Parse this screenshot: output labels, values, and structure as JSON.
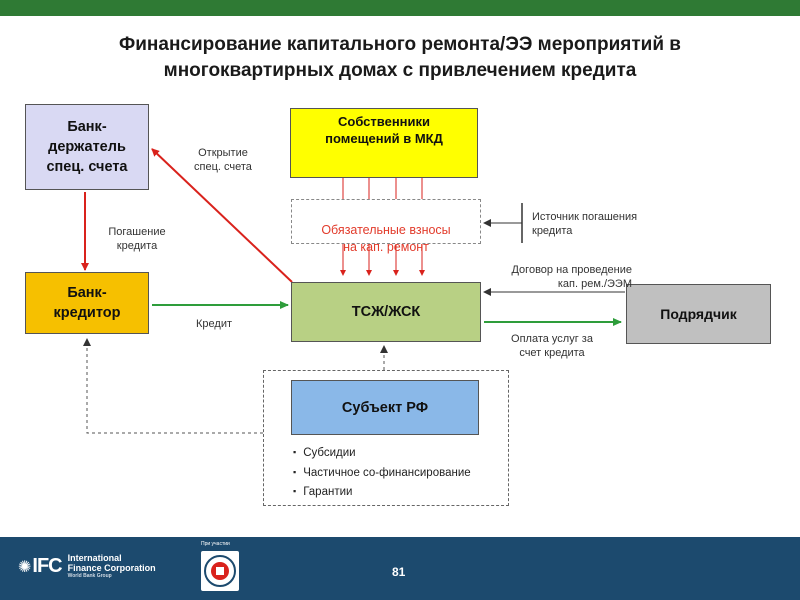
{
  "title": {
    "line1": "Финансирование капитального ремонта/ЭЭ мероприятий в",
    "line2": "многоквартирных домах с привлечением кредита"
  },
  "nodes": {
    "bank_holder": "Банк-\nдержатель\nспец. счета",
    "owners": "Собственники\nпомещений в МКД",
    "contributions": "Обязательные взносы\nна кап. ремонт",
    "bank_creditor": "Банк-\nкредитор",
    "hoa": "ТСЖ/ЖСК",
    "contractor": "Подрядчик",
    "region": "Субъект РФ"
  },
  "labels": {
    "account_opening": "Открытие\nспец. счета",
    "loan_repayment": "Погашение\nкредита",
    "repayment_source": "Источник погашения\nкредита",
    "contract": "Договор на проведение\nкап. рем./ЭЭМ",
    "credit": "Кредит",
    "payment": "Оплата услуг за\nсчет кредита"
  },
  "support_items": [
    "Субсидии",
    "Частичное со-финансирование",
    "Гарантии"
  ],
  "footer": {
    "ifc_mark": "IFC",
    "ifc_name_1": "International",
    "ifc_name_2": "Finance Corporation",
    "ifc_sub": "World Bank Group",
    "partner_caption": "При участии",
    "page_number": "81"
  },
  "colors": {
    "bank_holder": "#d9d9f3",
    "owners": "#ffff00",
    "bank_creditor": "#f6c000",
    "hoa": "#b8d084",
    "contractor": "#c0c0c0",
    "region": "#8ab8e8",
    "arrow_red": "#d9221c",
    "arrow_green": "#2e9d3b",
    "header_bar": "#2f7a34",
    "footer_bar": "#1c4a6e"
  }
}
